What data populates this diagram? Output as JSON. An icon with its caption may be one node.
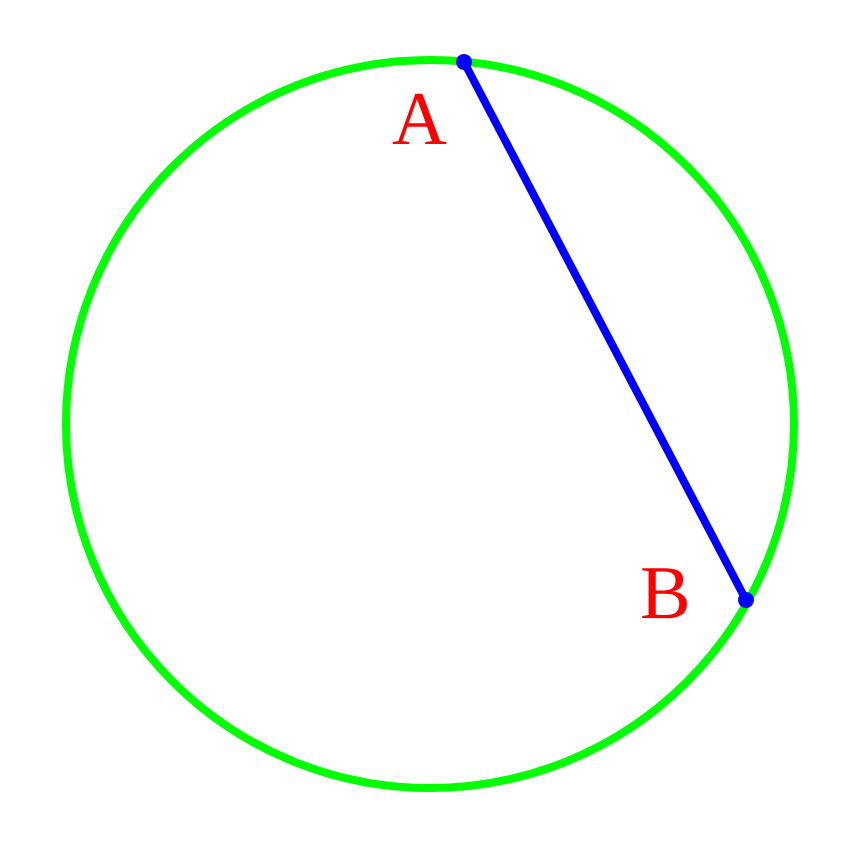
{
  "diagram": {
    "nodes": [
      {
        "text": [
          "A"
        ]
      },
      {
        "text": [
          "B"
        ]
      }
    ],
    "edges": [
      {
        "from": 0,
        "to": 1,
        "arrow": "none",
        "color": "#0000ff"
      }
    ]
  }
}
